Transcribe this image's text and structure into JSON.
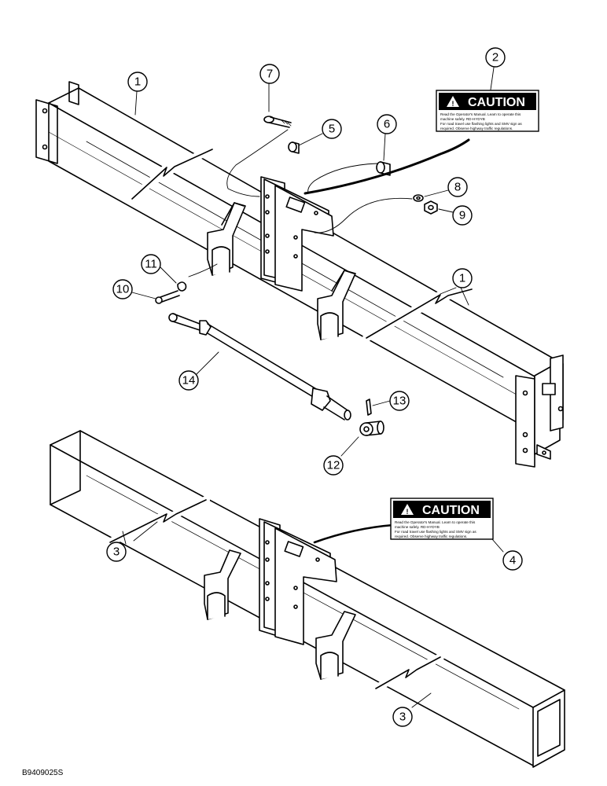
{
  "figure_id": "B9409025S",
  "callouts": [
    "1",
    "1",
    "2",
    "3",
    "3",
    "4",
    "5",
    "6",
    "7",
    "8",
    "9",
    "10",
    "11",
    "12",
    "13",
    "14"
  ],
  "decals": [
    {
      "title": "CAUTION",
      "lines": [
        "Read the Operator's Manual. Learn to operate this",
        "machine safely. RD-HYDYB",
        "For road travel use flashing lights and SMV sign as",
        "required. Observe highway traffic regulations."
      ]
    },
    {
      "title": "CAUTION",
      "lines": [
        "Read the Operator's Manual. Learn to operate this",
        "machine safely. RD-HYDYB",
        "For road travel use flashing lights and SMV sign as",
        "required. Observe highway traffic regulations."
      ]
    }
  ],
  "colors": {
    "line": "#000000",
    "paper": "#ffffff",
    "decal_band": "#000000"
  }
}
